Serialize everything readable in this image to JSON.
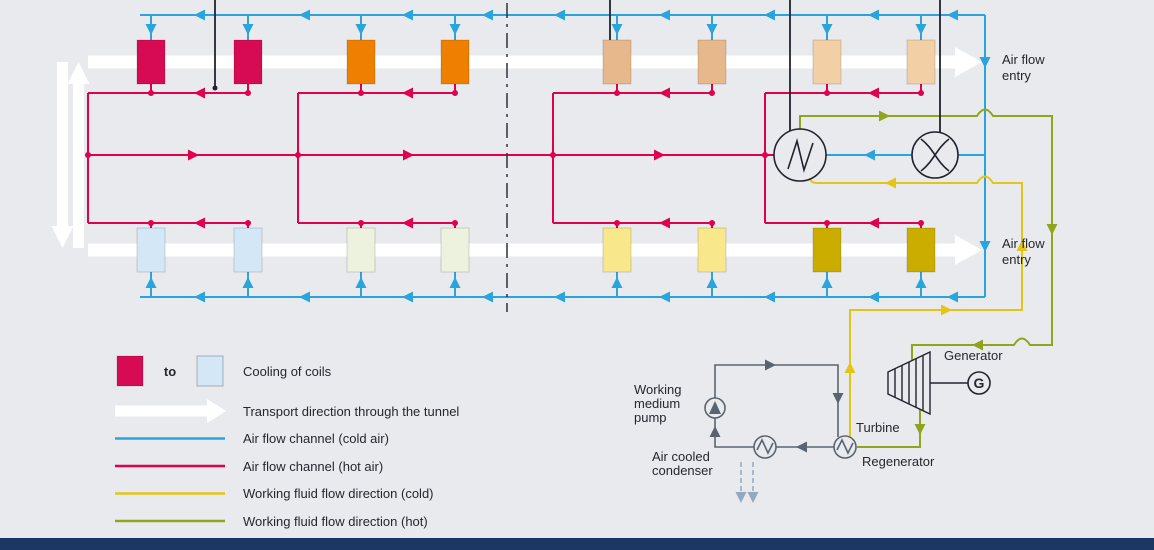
{
  "colors": {
    "background": "#e9eaed",
    "footer_bar": "#1d3765",
    "text": "#26262f",
    "cold_air": "#2aa4dc",
    "hot_air": "#e0004b",
    "working_fluid_cold": "#e5c418",
    "working_fluid_hot": "#90a41d",
    "transport_arrow": "#ffffff",
    "orc_line": "#5a6470",
    "condenser_air": "#93a9bf",
    "outline": "#20242e"
  },
  "coils": {
    "top": [
      "#d60b53",
      "#d60b53",
      "#ee7f00",
      "#ee7f00",
      "#e7b88b",
      "#e7b88b",
      "#f2cfa4",
      "#f2cfa4"
    ],
    "bottom": [
      "#d3e7f6",
      "#d3e7f6",
      "#edf2df",
      "#edf2df",
      "#f8e88b",
      "#f8e88b",
      "#cbad00",
      "#cbad00"
    ]
  },
  "labels": {
    "air_flow_entry_top": [
      "Air flow",
      "entry"
    ],
    "air_flow_entry_bottom": [
      "Air flow",
      "entry"
    ]
  },
  "legend": {
    "to": "to",
    "cooling_of_coils": "Cooling of coils",
    "transport_direction": "Transport direction through the tunnel",
    "cold_air_channel": "Air flow channel (cold air)",
    "hot_air_channel": "Air flow channel (hot air)",
    "working_fluid_cold": "Working fluid flow direction (cold)",
    "working_fluid_hot": "Working fluid flow direction (hot)"
  },
  "orc": {
    "pump_label": [
      "Working",
      "medium",
      "pump"
    ],
    "condenser_label": [
      "Air cooled",
      "condenser"
    ],
    "turbine_label": "Turbine",
    "generator_label": "Generator",
    "generator_symbol": "G",
    "regenerator_label": "Regenerator"
  }
}
